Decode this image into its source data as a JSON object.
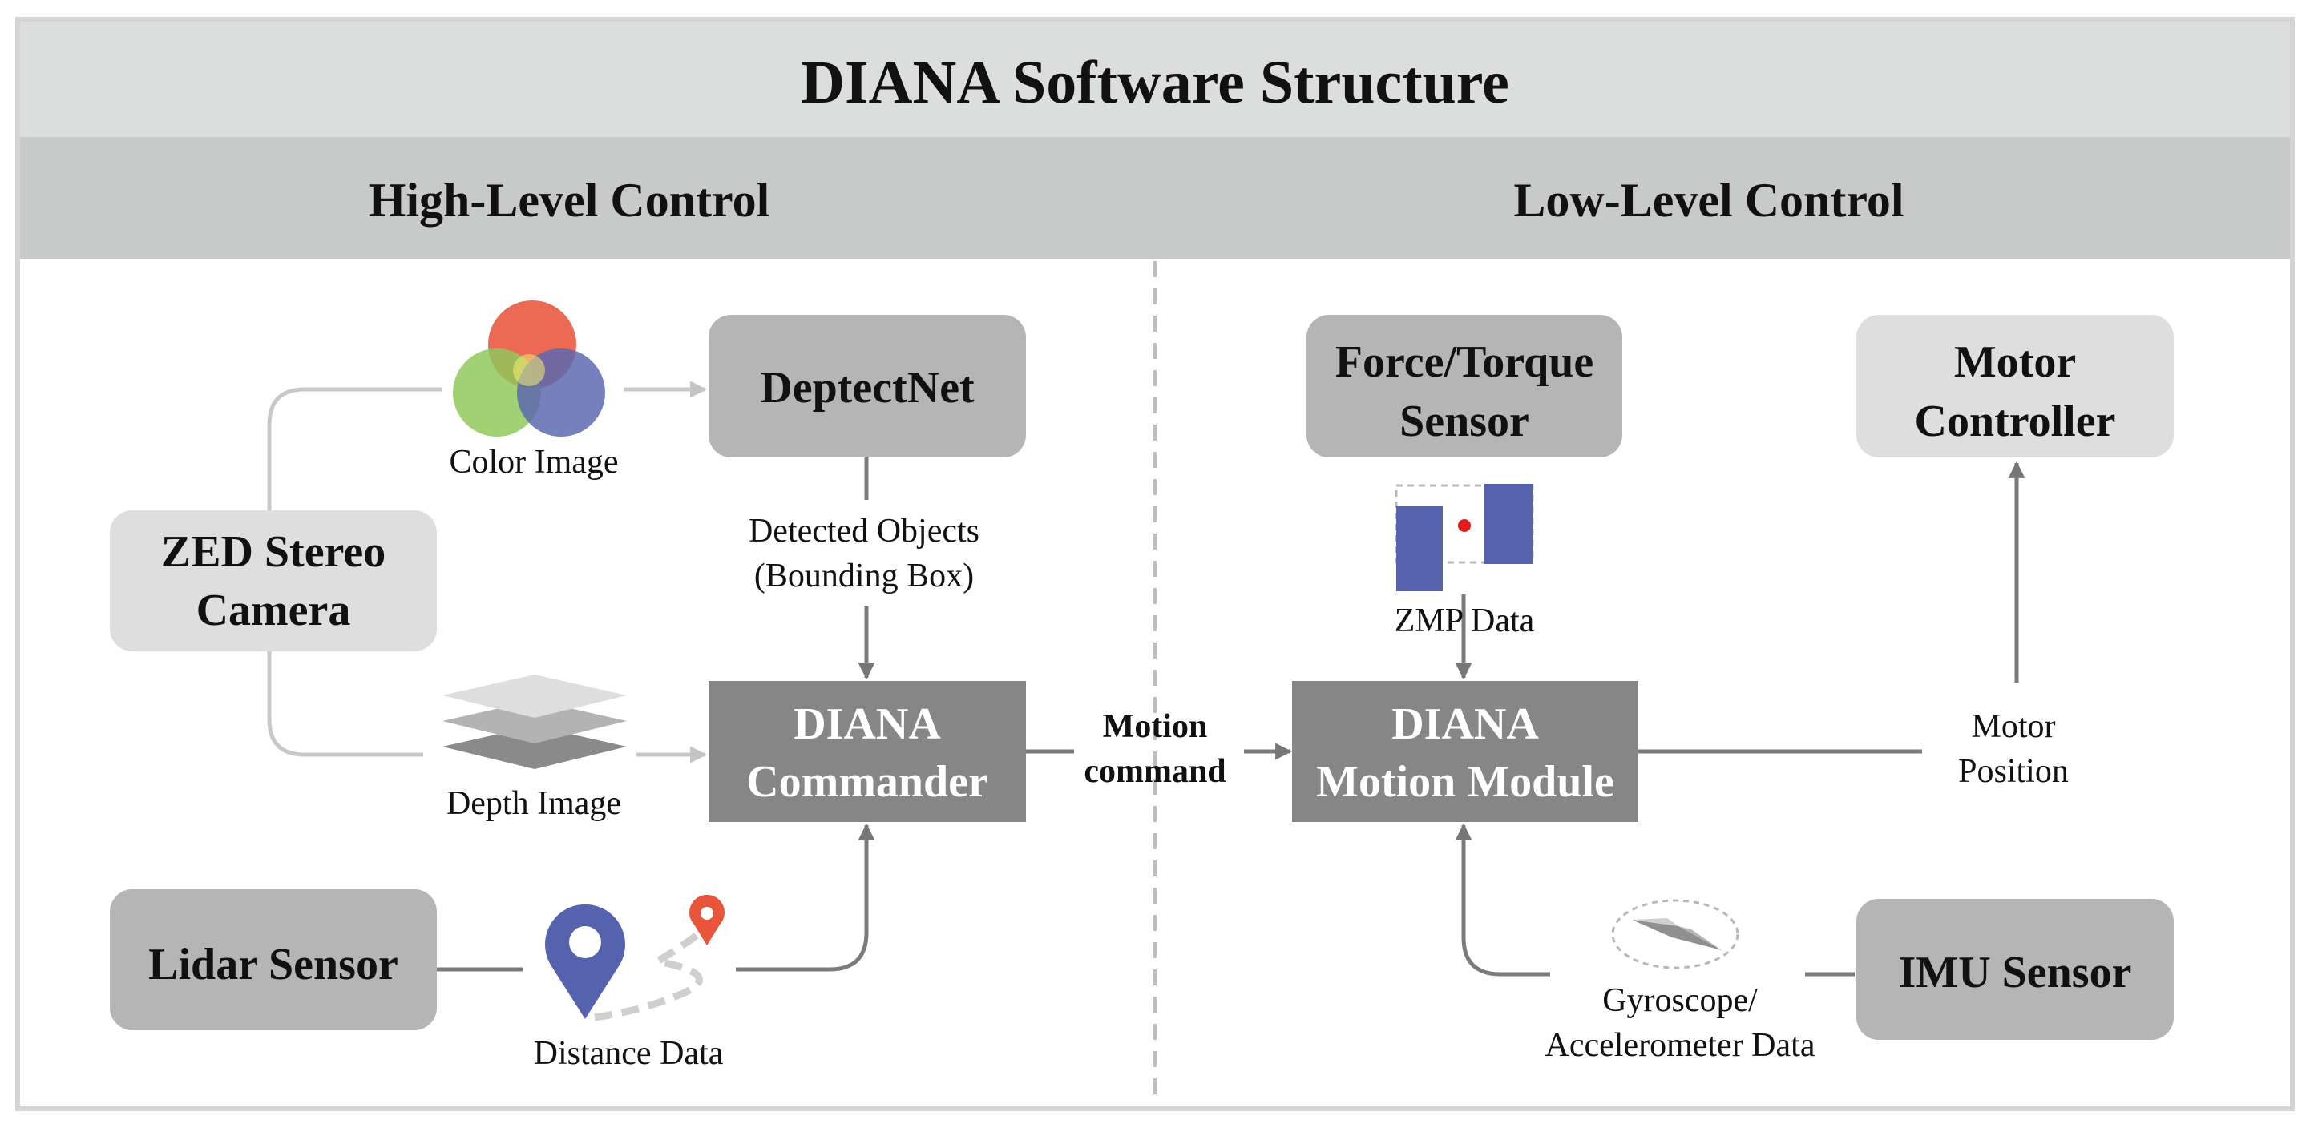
{
  "title": "DIANA Software Structure",
  "sections": {
    "high_level": "High-Level Control",
    "low_level": "Low-Level Control"
  },
  "nodes": {
    "zed_line1": "ZED Stereo",
    "zed_line2": "Camera",
    "deptectnet": "DeptectNet",
    "commander_line1": "DIANA",
    "commander_line2": "Commander",
    "lidar": "Lidar Sensor",
    "ft_line1": "Force/Torque",
    "ft_line2": "Sensor",
    "motor_ctrl_line1": "Motor",
    "motor_ctrl_line2": "Controller",
    "motion_line1": "DIANA",
    "motion_line2": "Motion Module",
    "imu": "IMU Sensor"
  },
  "labels": {
    "color_image": "Color Image",
    "depth_image": "Depth Image",
    "distance_data": "Distance Data",
    "detected_line1": "Detected Objects",
    "detected_line2": "(Bounding Box)",
    "motion_cmd_line1": "Motion",
    "motion_cmd_line2": "command",
    "zmp_data": "ZMP Data",
    "motor_pos_line1": "Motor",
    "motor_pos_line2": "Position",
    "gyro_line1": "Gyroscope/",
    "gyro_line2": "Accelerometer Data"
  },
  "colors": {
    "title_band": "#dcdddd",
    "section_band": "#c8c9c9",
    "light_box": "#dededf",
    "mid_box": "#b5b5b5",
    "dark_box": "#868686",
    "blue": "#5562ad",
    "red": "#e8553b",
    "green": "#8cc653",
    "yellow": "#f4ec6b"
  }
}
